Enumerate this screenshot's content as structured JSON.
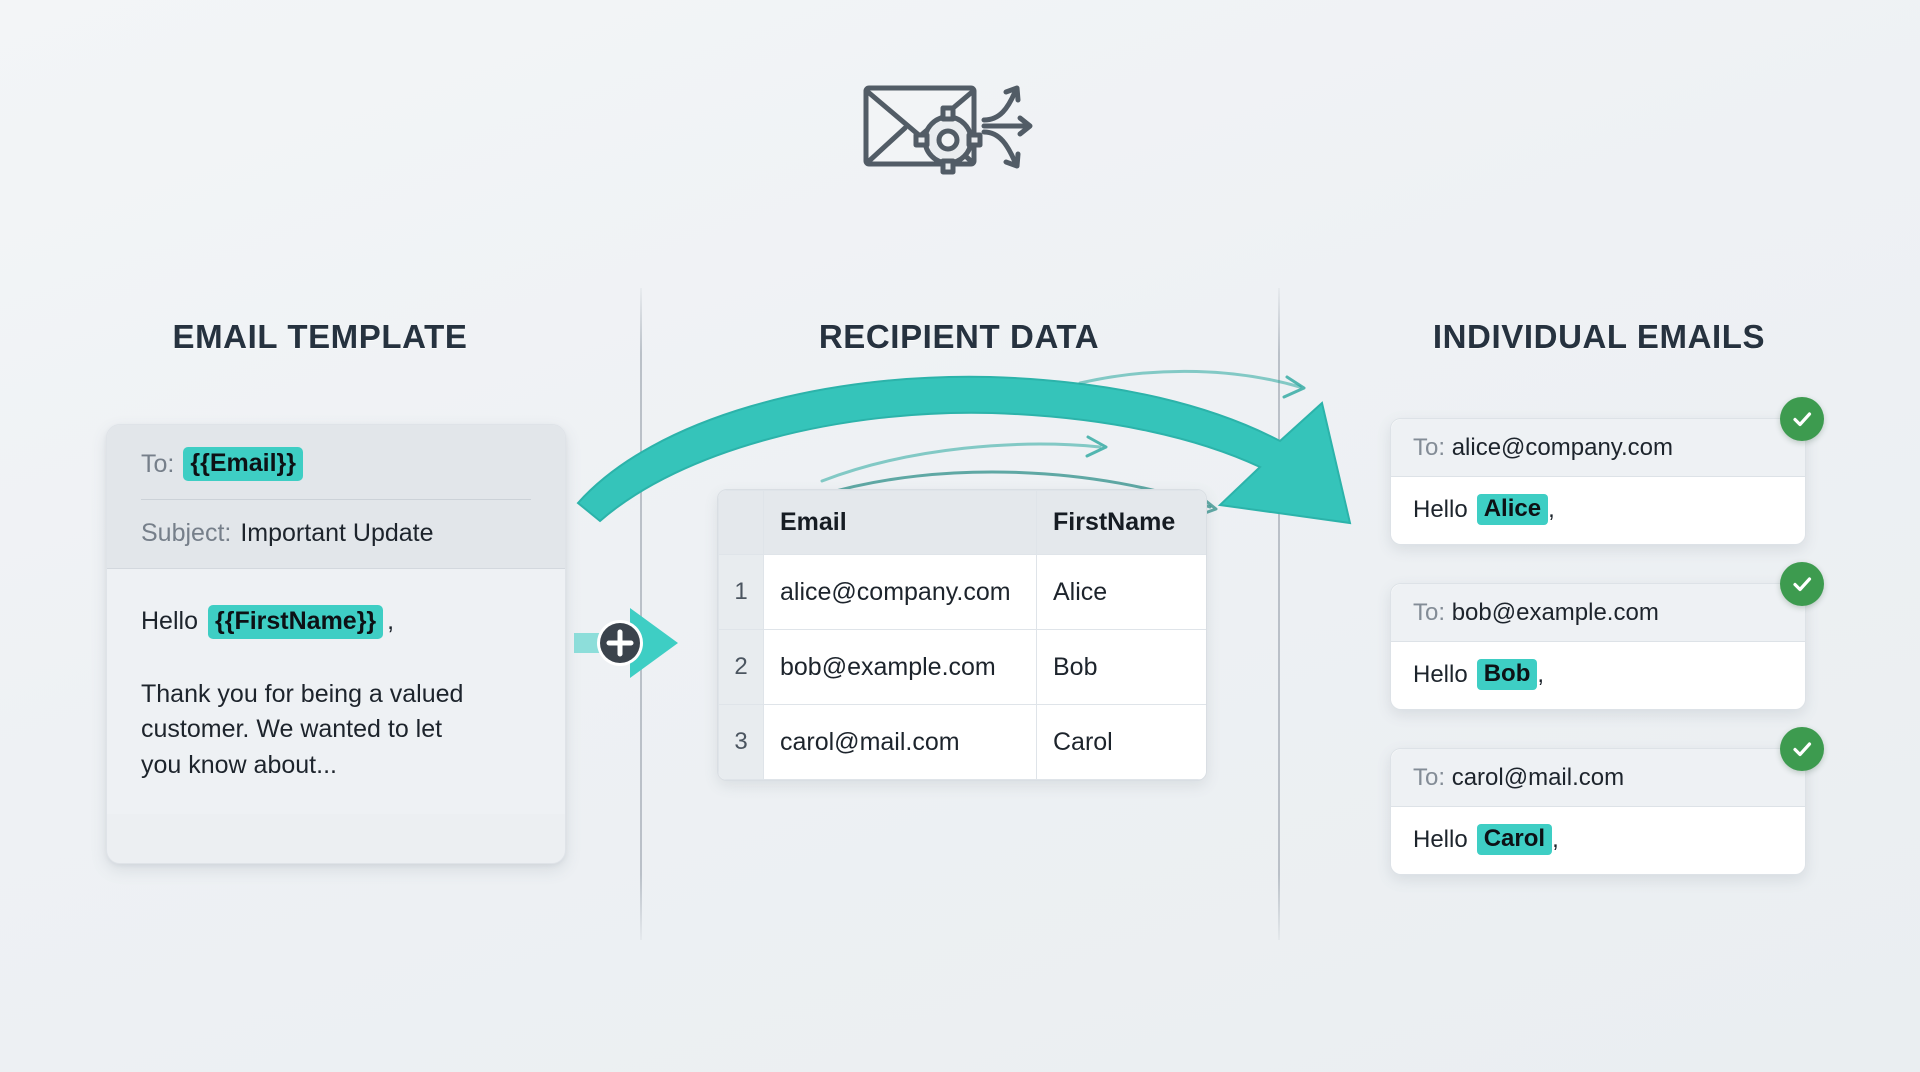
{
  "header": {
    "icon_name": "envelope-gear-distribute-icon"
  },
  "columns": {
    "template_heading": "EMAIL TEMPLATE",
    "recipients_heading": "RECIPIENT DATA",
    "emails_heading": "INDIVIDUAL EMAILS"
  },
  "template": {
    "to_label": "To:",
    "to_token": "{{Email}}",
    "subject_label": "Subject:",
    "subject_value": "Important Update",
    "greeting_word": "Hello",
    "greeting_token": "{{FirstName}}",
    "greeting_comma": ",",
    "body_text": "Thank you for being a valued customer. We wanted to let you know about..."
  },
  "connector": {
    "plus_symbol": "+",
    "plus_name": "merge-plus-badge",
    "arrow_name": "merge-arrow-icon"
  },
  "recipients": {
    "columns": [
      "",
      "Email",
      "FirstName"
    ],
    "rows": [
      {
        "num": "1",
        "email": "alice@company.com",
        "first_name": "Alice"
      },
      {
        "num": "2",
        "email": "bob@example.com",
        "first_name": "Bob"
      },
      {
        "num": "3",
        "email": "carol@mail.com",
        "first_name": "Carol"
      }
    ]
  },
  "emails": [
    {
      "to_label": "To:",
      "to_value": "alice@company.com",
      "greeting_word": "Hello",
      "name": "Alice",
      "comma": ",",
      "status": "sent"
    },
    {
      "to_label": "To:",
      "to_value": "bob@example.com",
      "greeting_word": "Hello",
      "name": "Bob",
      "comma": ",",
      "status": "sent"
    },
    {
      "to_label": "To:",
      "to_value": "carol@mail.com",
      "greeting_word": "Hello",
      "name": "Carol",
      "comma": ",",
      "status": "sent"
    }
  ],
  "colors": {
    "accent_teal": "#3ecec4",
    "arrow_teal": "#35c4ba",
    "success_green": "#3d9b4f",
    "heading_navy": "#26323f",
    "background": "#eef1f4"
  }
}
